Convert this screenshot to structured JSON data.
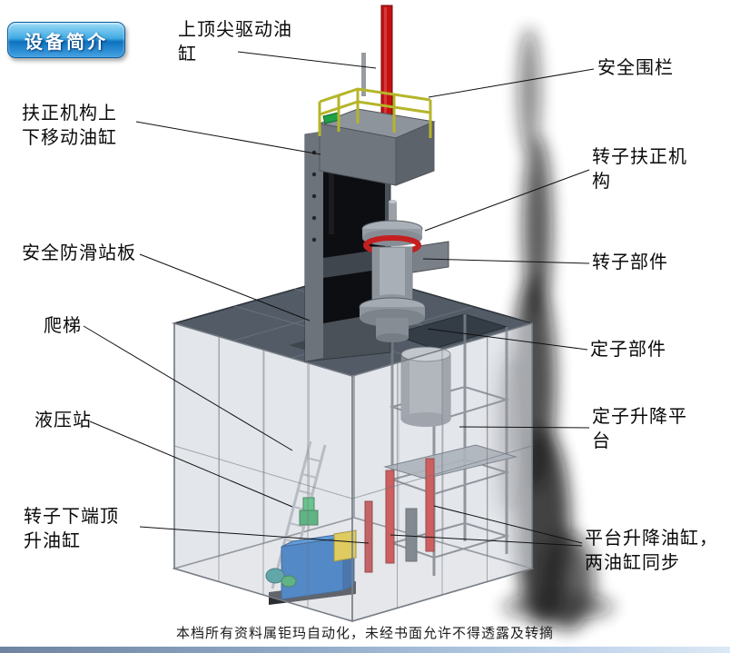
{
  "badge": {
    "label": "设备简介"
  },
  "callouts": [
    {
      "id": "top-tip-cylinder",
      "text": "上顶尖驱动油\n缸"
    },
    {
      "id": "safety-fence",
      "text": "安全围栏"
    },
    {
      "id": "centering-move-cylinder",
      "text": "扶正机构上\n下移动油缸"
    },
    {
      "id": "rotor-centering",
      "text": "转子扶正机\n构"
    },
    {
      "id": "anti-slip-platform",
      "text": "安全防滑站板"
    },
    {
      "id": "rotor-part",
      "text": "转子部件"
    },
    {
      "id": "ladder",
      "text": "爬梯"
    },
    {
      "id": "stator-part",
      "text": "定子部件"
    },
    {
      "id": "hydraulic-station",
      "text": "液压站"
    },
    {
      "id": "stator-lift-platform",
      "text": "定子升降平\n台"
    },
    {
      "id": "rotor-bottom-jack",
      "text": "转子下端顶\n升油缸"
    },
    {
      "id": "platform-lift-cylinders",
      "text": "平台升降油缸，\n两油缸同步"
    }
  ],
  "footer": {
    "text": "本档所有资料属钜玛自动化，未经书面允许不得透露及转摘"
  },
  "colors": {
    "accent-red": "#c41f1f",
    "railing-yellow": "#b5b52a",
    "hydraulic-blue": "#1663b8",
    "badge-blue": "#0e72c0"
  }
}
